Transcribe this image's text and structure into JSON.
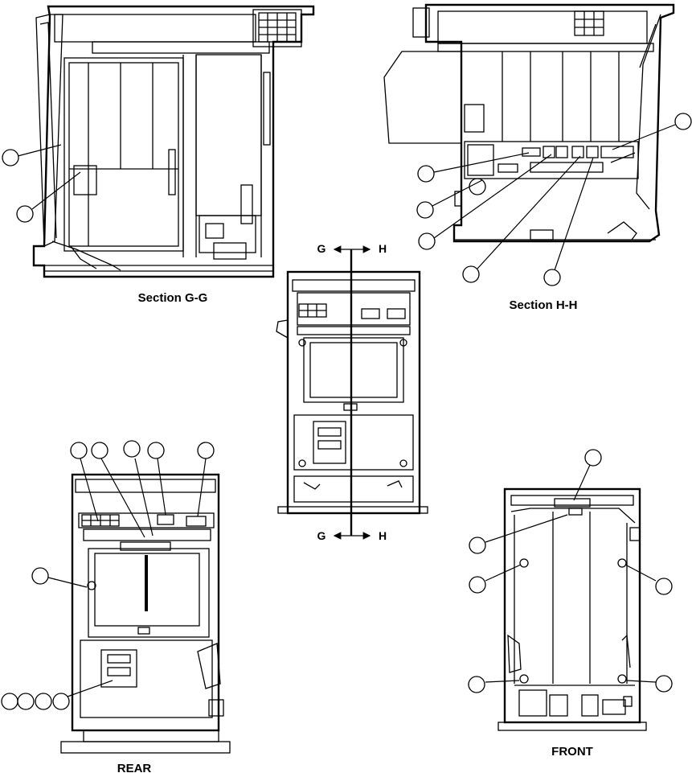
{
  "views": {
    "section_g": "Section G-G",
    "section_h": "Section H-H",
    "rear": "REAR",
    "front": "FRONT"
  },
  "cut_marks": {
    "g_top": "G",
    "h_top": "H",
    "g_bottom": "G",
    "h_bottom": "H"
  },
  "colors": {
    "line": "#000000",
    "background": "#ffffff"
  }
}
